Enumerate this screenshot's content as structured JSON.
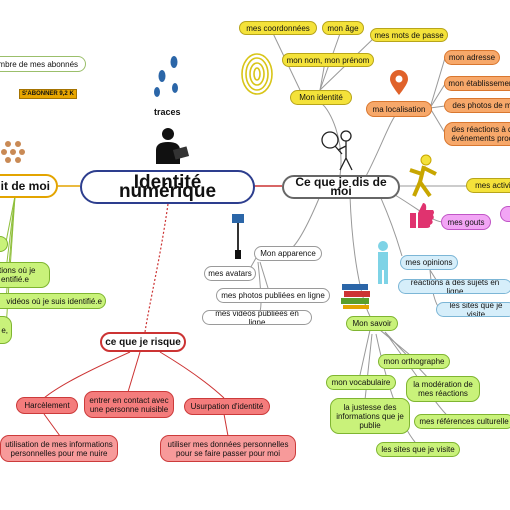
{
  "center": "Identité numérique",
  "left_main": "dit de moi",
  "right_main": "Ce que je dis de moi",
  "risk_main": "ce que je risque",
  "traces": "traces",
  "subscribers": "ombre de mes abonnés",
  "subscribe_btn": "S'ABONNER  9,2 K",
  "right": {
    "identite": {
      "label": "Mon identité",
      "children": [
        "mes coordonnées",
        "mon âge",
        "mon nom, mon prénom",
        "mes mots de passe"
      ]
    },
    "localisation": {
      "label": "ma localisation",
      "children": [
        "mon adresse",
        "mon établissement",
        "des photos de m",
        "des réactions à d événements proc"
      ]
    },
    "activites": "mes activit",
    "gouts": "mes gouts",
    "apparence": {
      "label": "Mon apparence",
      "children": [
        "mes avatars",
        "mes photos publiées en ligne",
        "mes vidéos publiées en ligne"
      ]
    },
    "opinions": {
      "label": "mes opinions",
      "children": [
        "réactions à des sujets en ligne",
        "les sites que je visite"
      ]
    },
    "savoir": {
      "label": "Mon savoir",
      "children": [
        "mon orthographe",
        "mon vocabulaire",
        "la modération de mes réactions",
        "la justesse des informations que je publie",
        "mes références culturelle",
        "les sites que je visite"
      ]
    }
  },
  "left_items": [
    "ations où je entifié.e",
    "vidéos où je suis identifié.e",
    "e,"
  ],
  "risks": [
    {
      "label": "Harcèlement",
      "detail": "utilisation de mes informations personnelles pour me nuire"
    },
    {
      "label": "entrer en contact avec une personne nuisible"
    },
    {
      "label": "Usurpation d'identité",
      "detail": "utiliser mes données personnelles pour se faire passer pour moi"
    }
  ],
  "colors": {
    "identity": "#f4e23a",
    "location": "#f7a86a",
    "knowledge": "#c9f27a",
    "opinion": "#d6eefa",
    "risk": "#f47c7c",
    "center_border": "#2d3e8e"
  }
}
